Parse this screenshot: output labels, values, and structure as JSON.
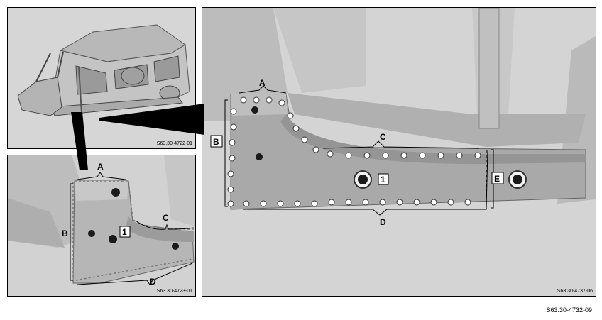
{
  "figure_ref": "S63.30-4732-09",
  "panels": {
    "overview": {
      "ref": "S63.30-4722-01"
    },
    "detail": {
      "ref": "S63.30-4723-01"
    },
    "main": {
      "ref": "S63.30-4737-06"
    }
  },
  "labels": {
    "a": "A",
    "b": "B",
    "c": "C",
    "d": "D",
    "e": "E",
    "one": "1"
  }
}
